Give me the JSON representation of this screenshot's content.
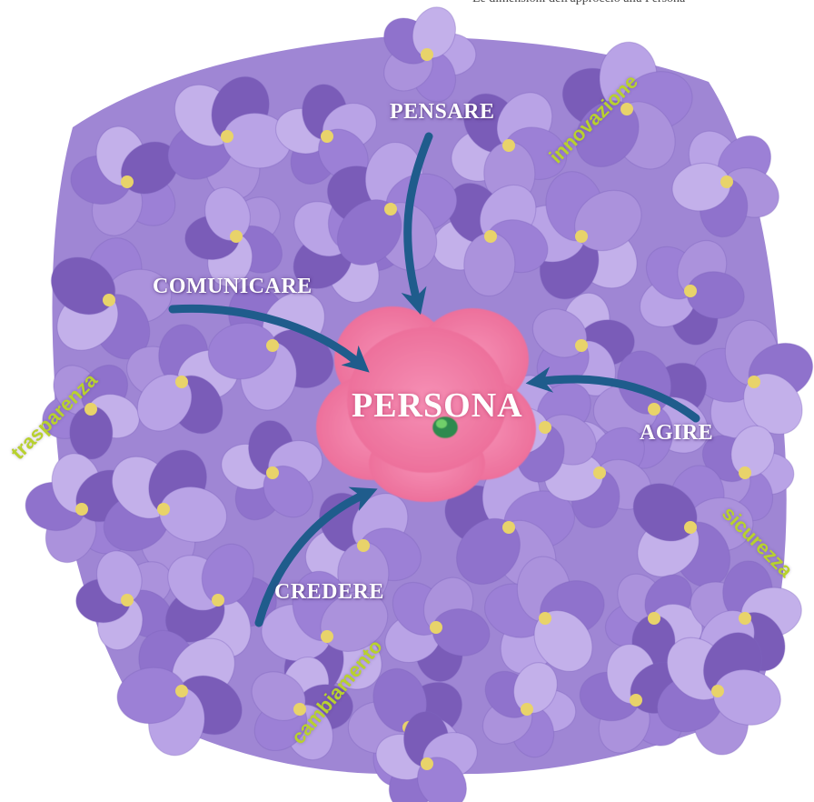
{
  "header_fragment": "Le dimensioni dell'approccio alla Persona",
  "center": {
    "label": "PERSONA"
  },
  "verbs": {
    "pensare": "PENSARE",
    "comunicare": "COMUNICARE",
    "agire": "AGIRE",
    "credere": "CREDERE"
  },
  "values": {
    "innovazione": "innovazione",
    "trasparenza": "trasparenza",
    "sicurezza": "sicurezza",
    "cambiamento": "cambiamento"
  },
  "colors": {
    "violet_light": "#b9a3e6",
    "violet_mid": "#9c80d6",
    "violet_dark": "#7a5cb8",
    "pink_flower": "#f27aa3",
    "arrow_blue": "#1f5c8c",
    "value_green": "#b8d12e",
    "stamen_yellow": "#e8d36a"
  }
}
